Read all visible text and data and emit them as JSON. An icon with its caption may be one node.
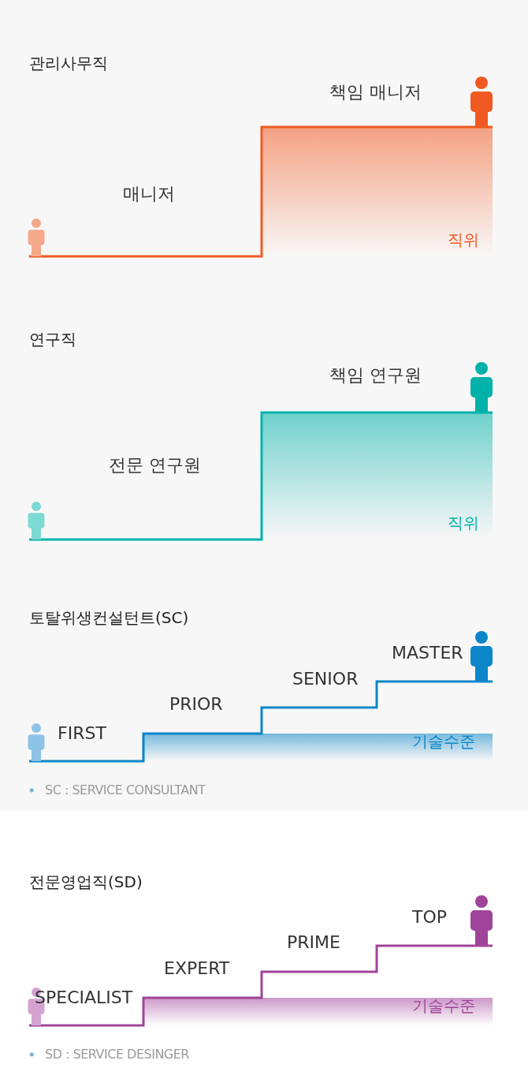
{
  "diagram": {
    "labels": [
      "관리사무직",
      "책임 매니저",
      "매니저",
      "직위",
      "연구직",
      "책임 연구원",
      "전문 연구원",
      "직위",
      "토탈위생컨설턴트(SC)",
      "MASTER",
      "SENIOR",
      "PRIOR",
      "FIRST",
      "기술수준",
      "*",
      "SC : SERVICE CONSULTANT",
      "전문영업직(SD)",
      "TOP",
      "PRIME",
      "EXPERT",
      "SPECIALIST",
      "기술수준",
      "*",
      "SD : SERVICE DESINGER"
    ]
  }
}
